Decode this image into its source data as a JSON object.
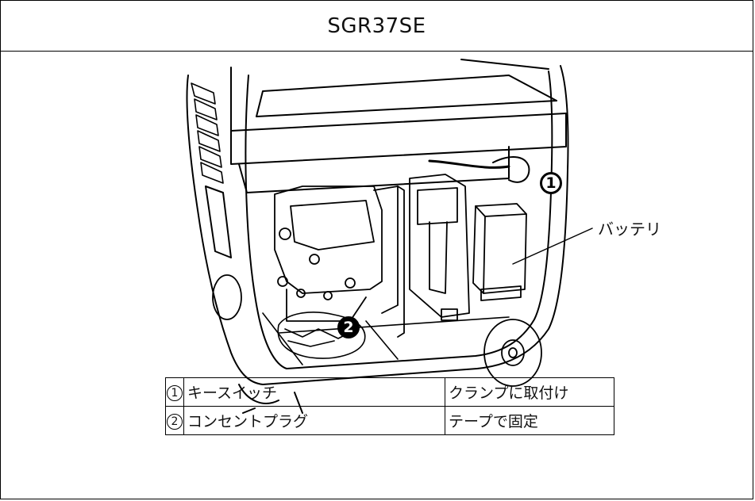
{
  "title": "SGR37SE",
  "callouts": {
    "battery_label": "バッテリ",
    "marker_1": "1",
    "marker_2": "2"
  },
  "legend": [
    {
      "num": "1",
      "name": "キースイッチ",
      "action": "クランプに取付け"
    },
    {
      "num": "2",
      "name": "コンセントプラグ",
      "action": "テープで固定"
    }
  ]
}
